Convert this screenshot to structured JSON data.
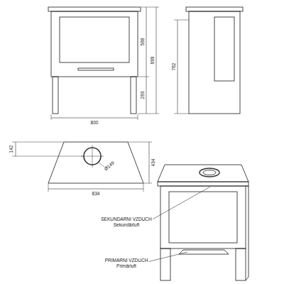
{
  "diagram": {
    "labels": [
      "588",
      "899",
      "283",
      "800",
      "762",
      "142",
      "434",
      "Ø149",
      "834",
      "SEKUNDARNI VZDUCH",
      "Sekundärluft",
      "PRIMARNI VZDUCH",
      "Primärluft"
    ]
  }
}
